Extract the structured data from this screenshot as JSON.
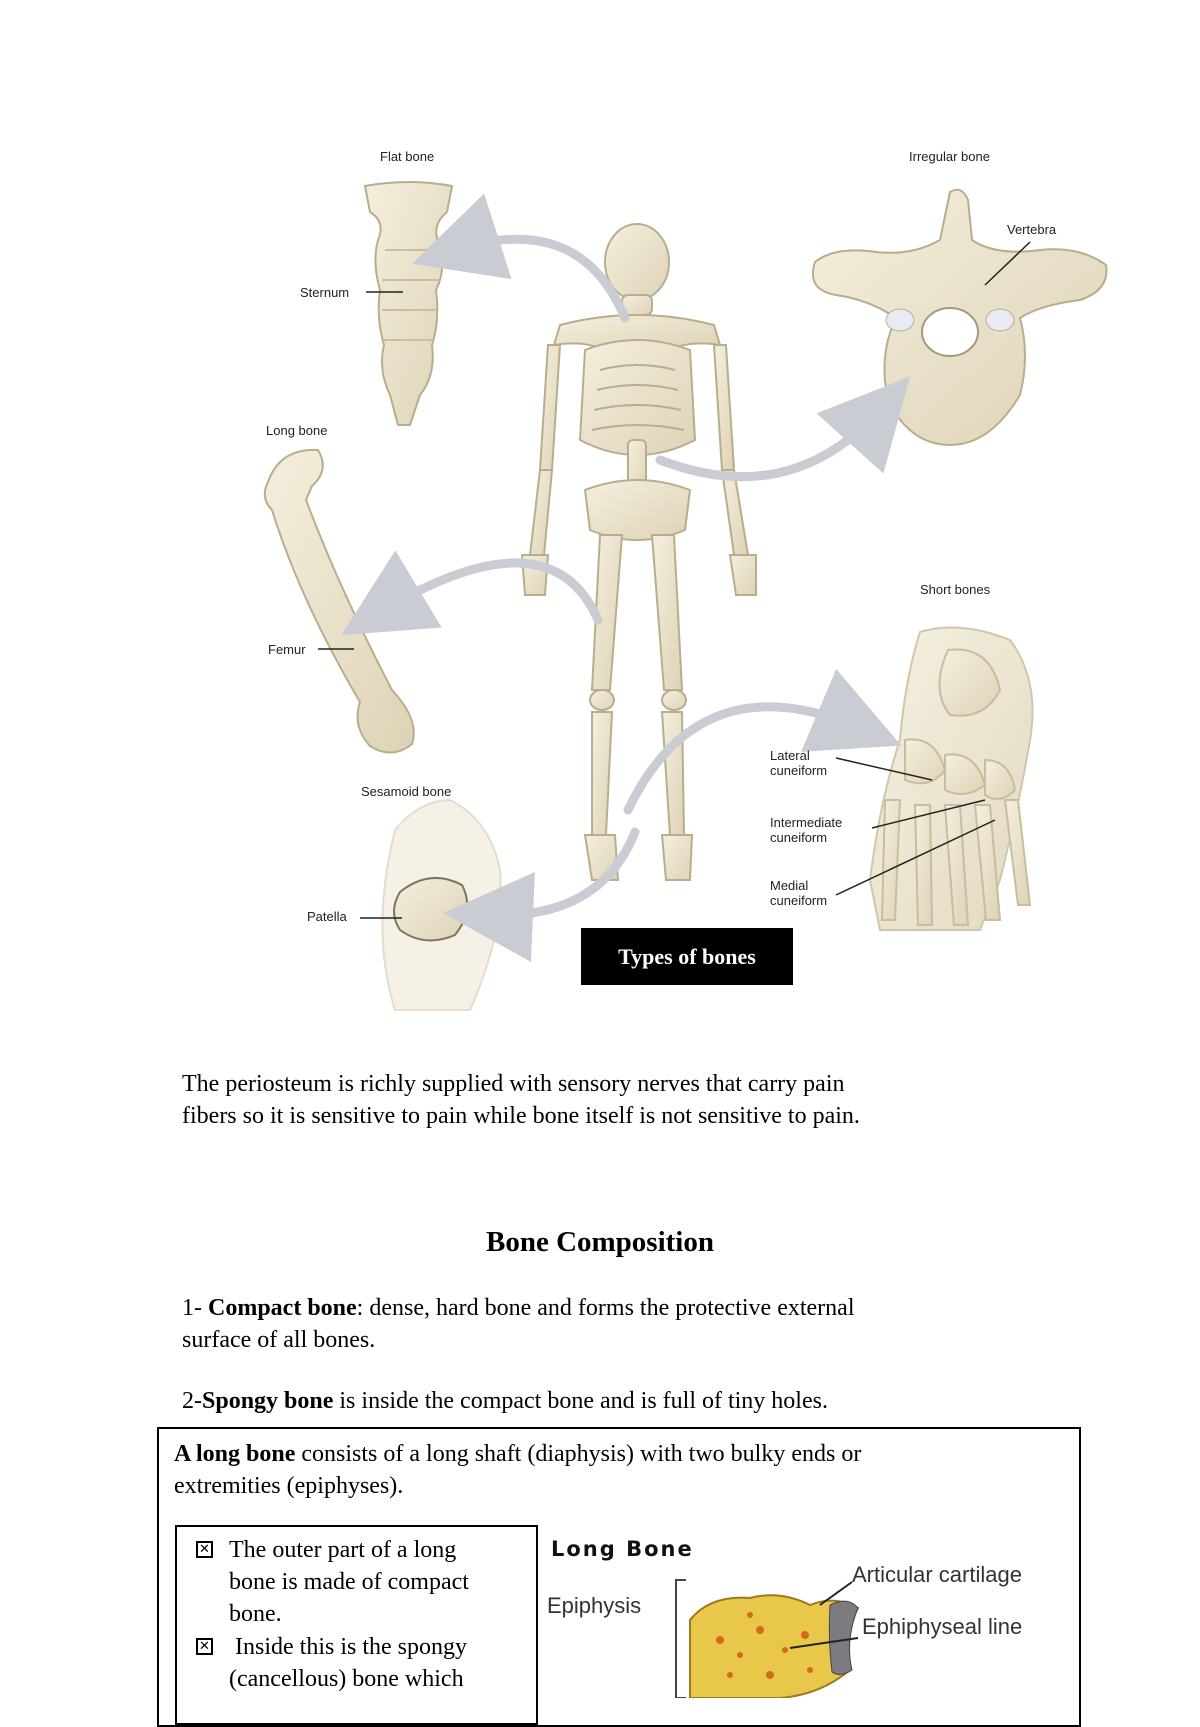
{
  "figure": {
    "labels": {
      "flat_bone": "Flat bone",
      "sternum": "Sternum",
      "irregular_bone": "Irregular bone",
      "vertebra": "Vertebra",
      "long_bone": "Long bone",
      "femur": "Femur",
      "short_bones": "Short bones",
      "lateral_cuneiform_1": "Lateral",
      "lateral_cuneiform_2": "cuneiform",
      "intermediate_cuneiform_1": "Intermediate",
      "intermediate_cuneiform_2": "cuneiform",
      "medial_cuneiform_1": "Medial",
      "medial_cuneiform_2": "cuneiform",
      "sesamoid_bone": "Sesamoid bone",
      "patella": "Patella"
    },
    "caption": "Types of bones"
  },
  "periosteum": {
    "line1": "The periosteum is richly supplied with sensory nerves that carry pain",
    "line2": "fibers so it is sensitive to pain while bone itself is not sensitive to pain."
  },
  "composition": {
    "heading": "Bone Composition",
    "item1_prefix": "1- ",
    "item1_term": "Compact bone",
    "item1_rest": ": dense, hard bone and forms the protective external",
    "item1_line2": "surface of all bones.",
    "item2_prefix": "2-",
    "item2_term": "Spongy bone",
    "item2_rest": " is inside the compact bone and is full of tiny holes."
  },
  "long_bone_box": {
    "intro_term": "A long bone",
    "intro_rest": " consists of a long shaft (diaphysis) with two bulky ends or",
    "intro_line2": "extremities (epiphyses).",
    "bullets": [
      {
        "lines": [
          "The outer part of a long",
          "bone is made of compact",
          "bone."
        ]
      },
      {
        "lines": [
          " Inside this is the spongy",
          "(cancellous) bone which"
        ]
      }
    ],
    "diagram": {
      "title": "Long Bone",
      "epiphysis": "Epiphysis",
      "articular_cartilage": "Articular cartilage",
      "epiphyseal_line": "Ephiphyseal line"
    }
  }
}
